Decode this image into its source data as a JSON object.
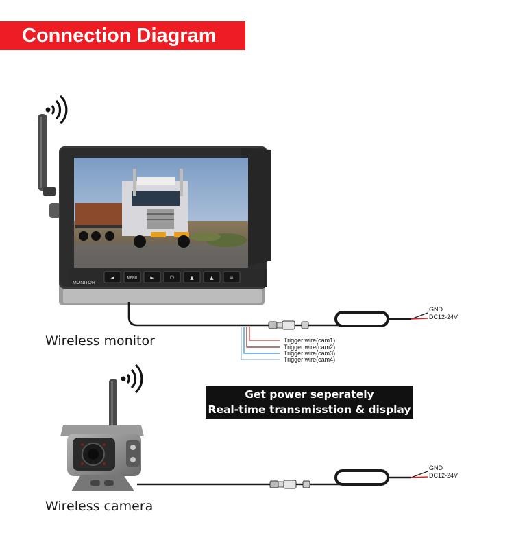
{
  "header": {
    "title": "Connection Diagram"
  },
  "monitor": {
    "label": "Wireless monitor",
    "brand": "MONITOR",
    "buttons": [
      "◄",
      "MENU",
      "►",
      "⏻",
      "▲",
      "▲",
      "∞"
    ],
    "power": {
      "gnd": "GND",
      "voltage": "DC12-24V"
    },
    "trigger_wires": [
      {
        "label": "Trigger wire(cam1)",
        "color": "#c0392b"
      },
      {
        "label": "Trigger wire(cam2)",
        "color": "#7b2d26"
      },
      {
        "label": "Trigger wire(cam3)",
        "color": "#2e8bd6"
      },
      {
        "label": "Trigger wire(cam4)",
        "color": "#8fb8d8"
      }
    ]
  },
  "info_box": {
    "line1": "Get power seperately",
    "line2": "Real-time transmisstion & display"
  },
  "camera": {
    "label": "Wireless camera",
    "power": {
      "gnd": "GND",
      "voltage": "DC12-24V"
    }
  },
  "colors": {
    "banner": "#ee1d23",
    "cable": "#1a1a1a",
    "gnd_wire": "#222222",
    "power_wire": "#e02020"
  }
}
